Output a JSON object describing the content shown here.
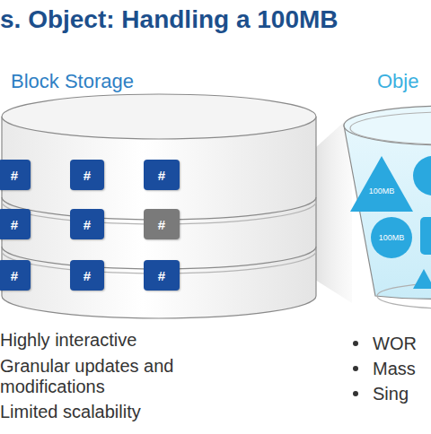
{
  "diagram": {
    "title": "s. Object: Handling a 100MB",
    "nodes": [
      {
        "text": [
          "#"
        ]
      },
      {
        "text": [
          "#"
        ]
      },
      {
        "text": [
          "#"
        ]
      },
      {
        "text": [
          "#"
        ]
      },
      {
        "text": [
          "#"
        ]
      },
      {
        "text": [
          "#"
        ]
      },
      {
        "text": [
          "#"
        ]
      },
      {
        "text": [
          "#"
        ]
      },
      {
        "text": [
          "#"
        ]
      },
      {
        "text": [
          "100MB"
        ]
      },
      {
        "text": [
          "100MB"
        ]
      }
    ],
    "labels": [
      "Block Storage",
      "Obje",
      "Highly interactive",
      "Granular updates and modifications",
      "Limited scalability",
      "WOR",
      "Mass",
      "Sing"
    ]
  }
}
